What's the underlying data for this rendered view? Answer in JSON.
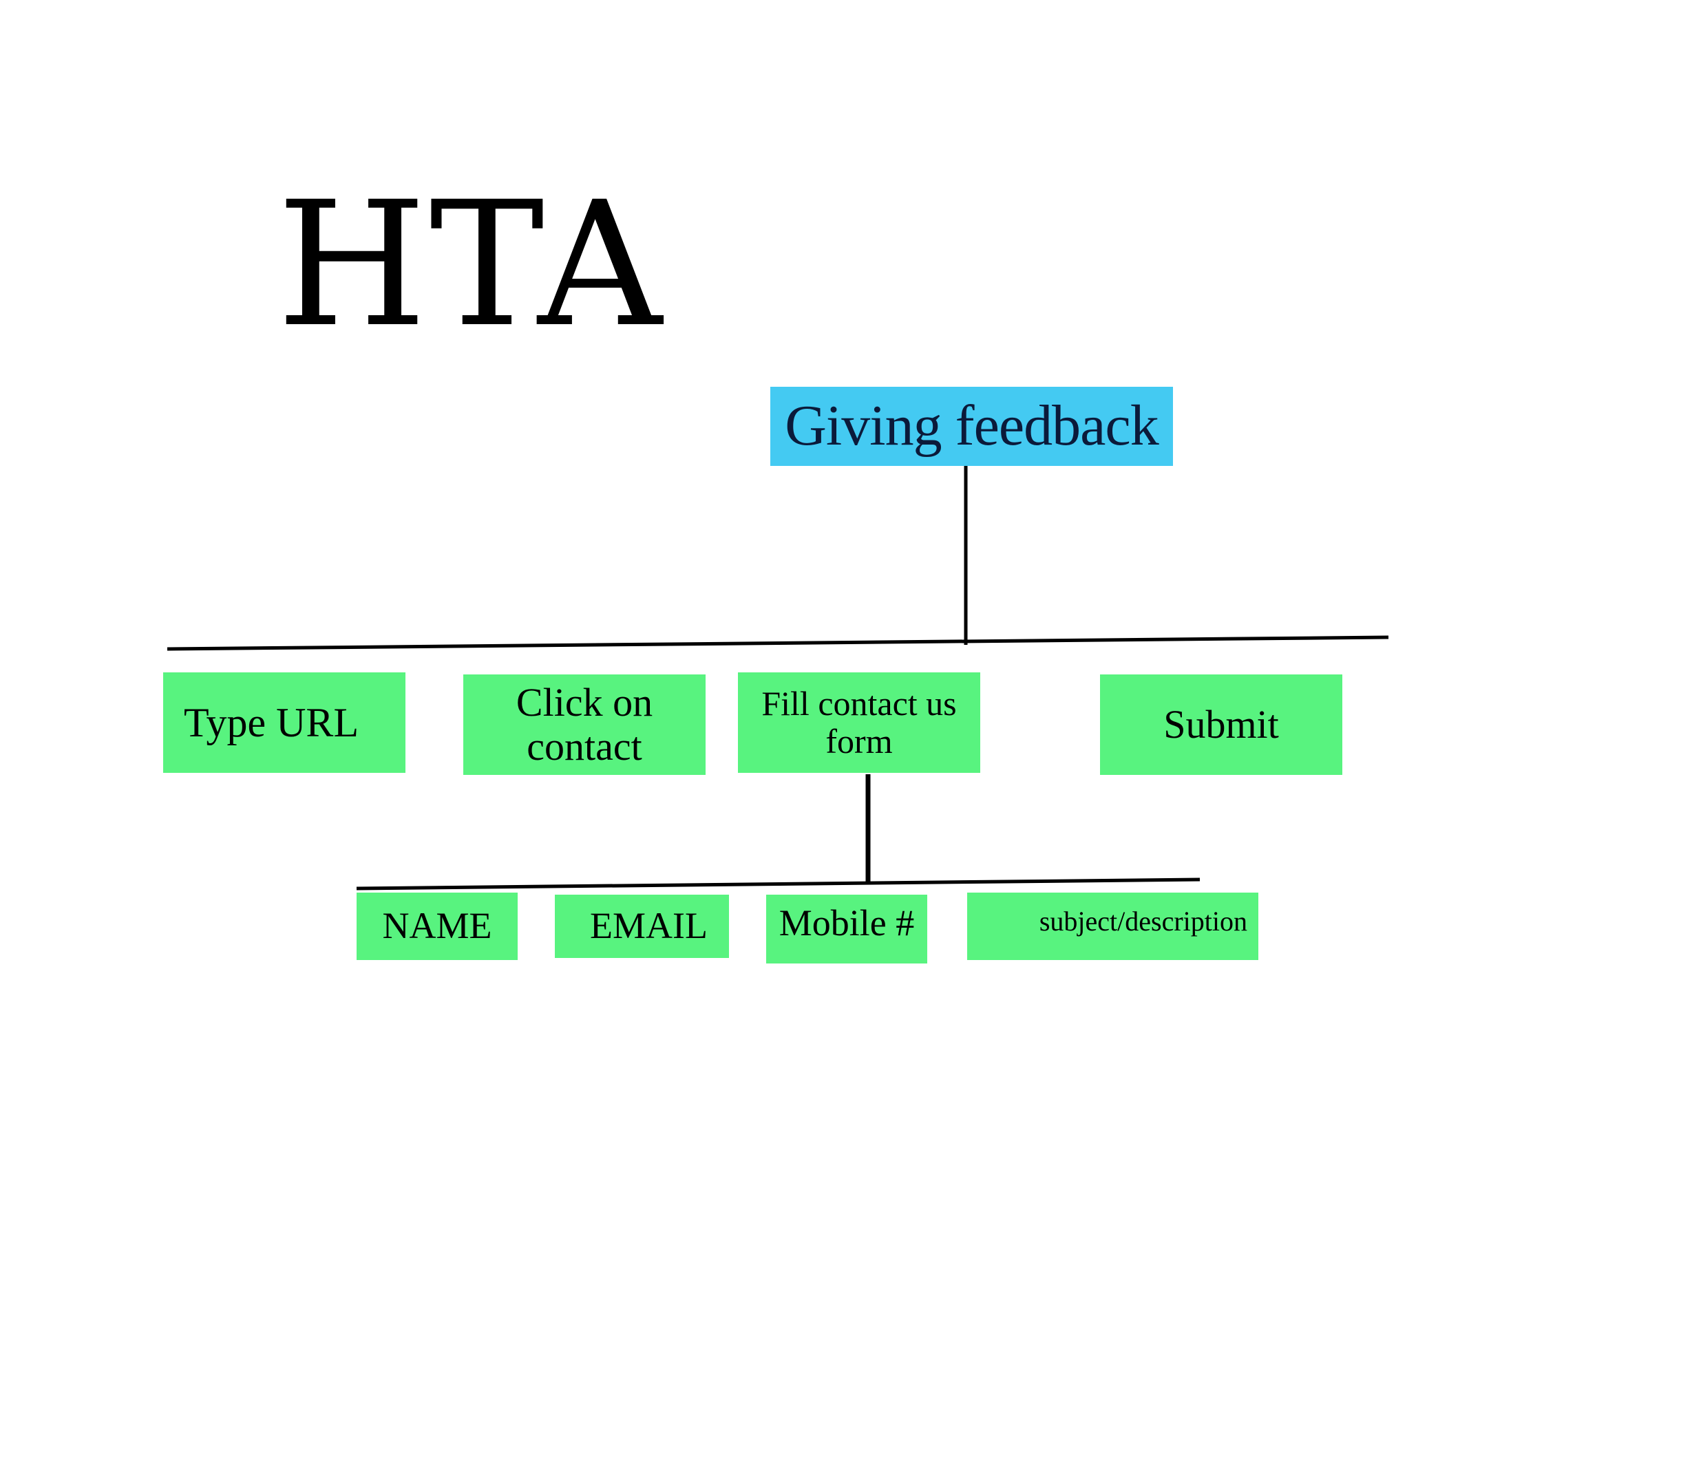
{
  "diagram": {
    "title": "HTA",
    "colors": {
      "root_fill": "#44caf2",
      "task_fill": "#58f37f",
      "connector": "#000000"
    },
    "root": {
      "label": "Giving feedback"
    },
    "subtasks": [
      {
        "label": "Type URL"
      },
      {
        "label": "Click on contact"
      },
      {
        "label": "Fill contact us form"
      },
      {
        "label": "Submit"
      }
    ],
    "form_fields": [
      {
        "label": "NAME"
      },
      {
        "label": "EMAIL"
      },
      {
        "label": "Mobile #"
      },
      {
        "label": "subject/description"
      }
    ]
  }
}
